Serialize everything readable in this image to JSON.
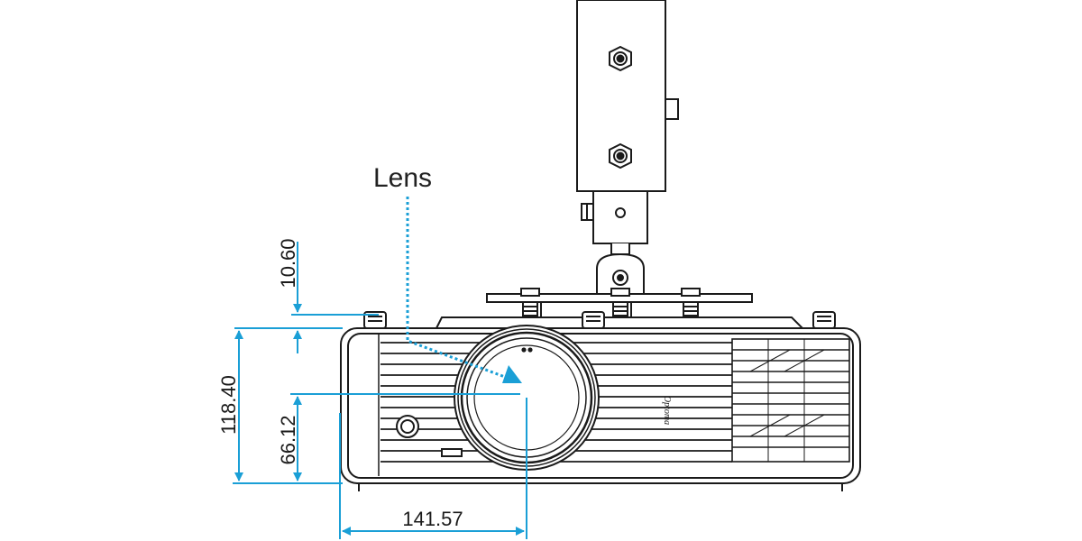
{
  "labels": {
    "lens": "Lens",
    "brand": "Optoma"
  },
  "dimensions": {
    "top_offset": "10.60",
    "total_height": "118.40",
    "lens_height": "66.12",
    "lens_horizontal": "141.57"
  },
  "colors": {
    "dimension_lines": "#1a9fd6",
    "outline": "#1a1a1a",
    "background": "#ffffff"
  }
}
